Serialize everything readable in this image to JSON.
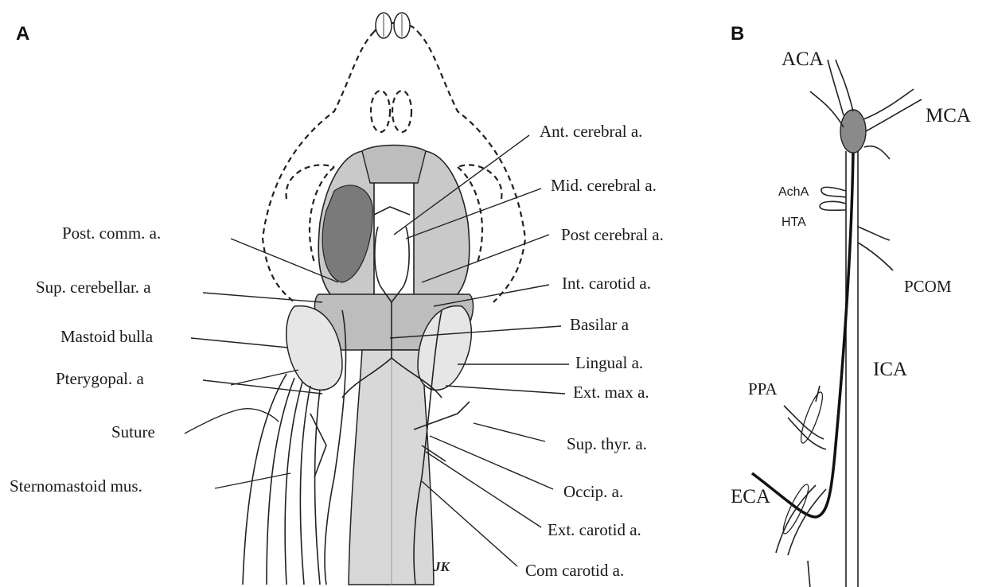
{
  "panel_a": {
    "letter": "A",
    "left_labels": [
      "Post. comm. a.",
      "Sup. cerebellar. a",
      "Mastoid bulla",
      "Pterygopal. a",
      "Suture",
      "Sternomastoid mus."
    ],
    "right_labels": [
      "Ant. cerebral a.",
      "Mid. cerebral a.",
      "Post cerebral a.",
      "Int. carotid a.",
      "Basilar a",
      "Lingual a.",
      "Ext. max a.",
      "Sup. thyr. a.",
      "Occip. a.",
      "Ext. carotid a.",
      "Com carotid a."
    ],
    "signature": "JK"
  },
  "panel_b": {
    "letter": "B",
    "labels": {
      "aca": "ACA",
      "mca": "MCA",
      "acha": "AchA",
      "hta": "HTA",
      "pcom": "PCOM",
      "ica": "ICA",
      "ppa": "PPA",
      "eca": "ECA"
    }
  }
}
